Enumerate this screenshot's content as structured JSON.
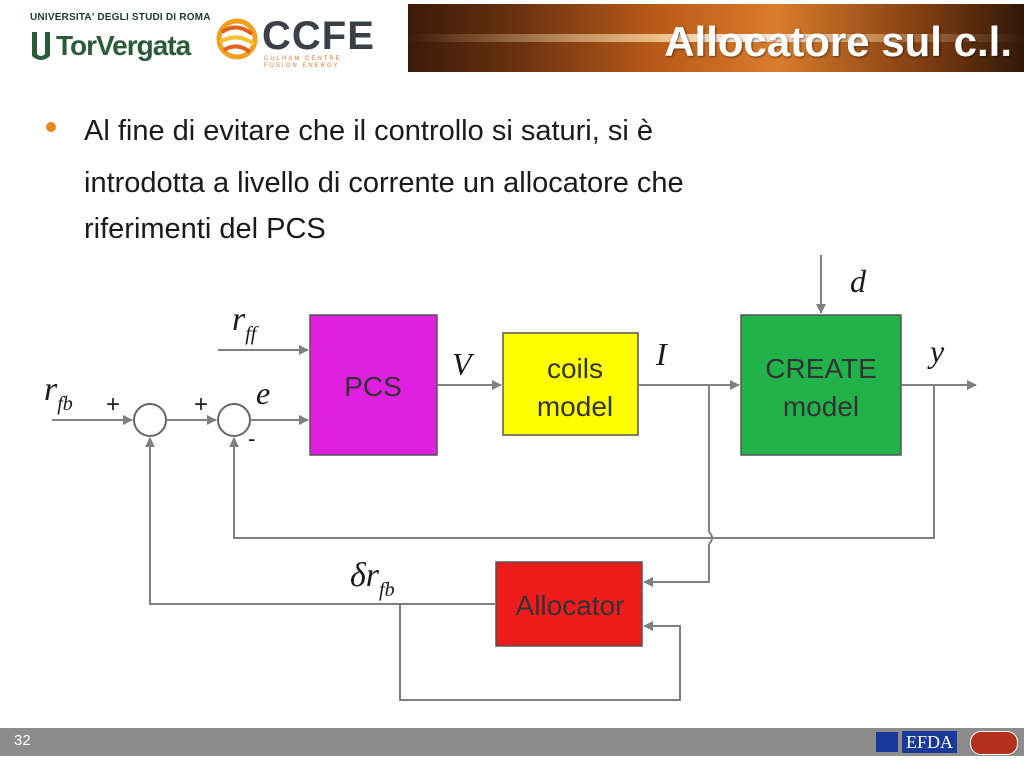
{
  "header": {
    "university_top": "UNIVERSITA' DEGLI STUDI DI ROMA",
    "university_name": "TorVergata",
    "ccfe_name": "CCFE",
    "ccfe_sub1": "CULHAM CENTRE",
    "ccfe_sub2": "FUSION ENERGY",
    "title": "Allocatore sul c.l."
  },
  "bullet": {
    "line1": "Al fine di evitare che il controllo si saturi, si è",
    "line2": "introdotta a livello di corrente un allocatore che",
    "line3": "riferimenti del PCS"
  },
  "diagram": {
    "blocks": {
      "pcs": "PCS",
      "coils_line1": "coils",
      "coils_line2": "model",
      "create_line1": "CREATE",
      "create_line2": "model",
      "allocator": "Allocator"
    },
    "signals": {
      "r_ff": "r",
      "r_ff_sub": "ff",
      "r_fb": "r",
      "r_fb_sub": "fb",
      "e": "e",
      "V": "V",
      "I": "I",
      "d": "d",
      "y": "y",
      "delta_r_fb": "δr",
      "delta_r_fb_sub": "fb",
      "plus1": "+",
      "plus2": "+",
      "minus": "-"
    },
    "colors": {
      "pcs": "#e020e0",
      "coils": "#ffff00",
      "create": "#22b24a",
      "allocator": "#ee1c1c",
      "line": "#808080"
    }
  },
  "footer": {
    "page": "32",
    "efda": "EFDA"
  }
}
